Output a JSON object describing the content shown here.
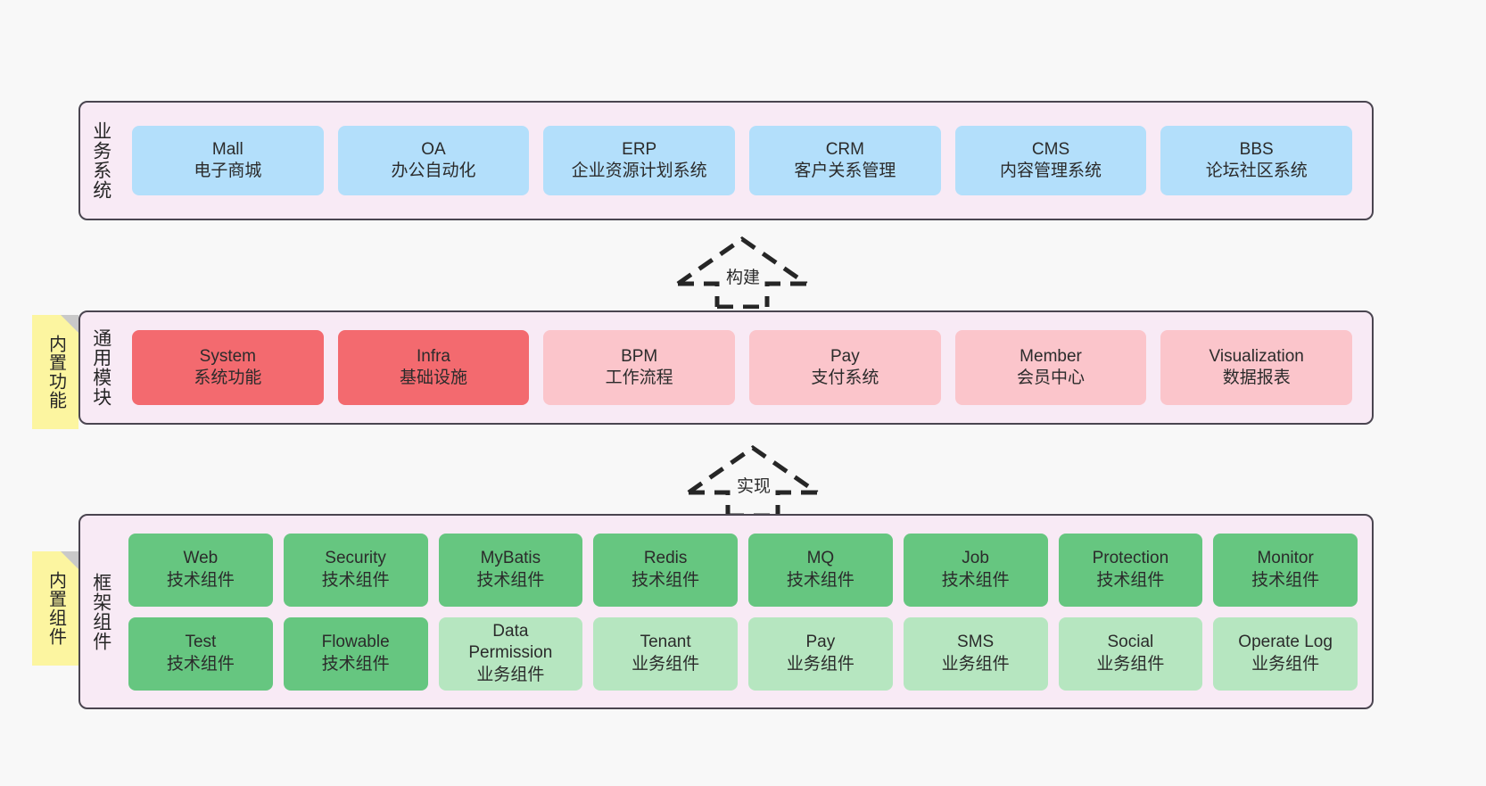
{
  "diagram": {
    "background_color": "#f8f8f8",
    "section_fill": "#f8eaf5",
    "section_border": "#4a4550"
  },
  "sections": [
    {
      "id": "business",
      "label": "业务系统",
      "card_color": "#b3dffb",
      "cards": [
        {
          "title": "Mall",
          "subtitle": "电子商城"
        },
        {
          "title": "OA",
          "subtitle": "办公自动化"
        },
        {
          "title": "ERP",
          "subtitle": "企业资源计划系统"
        },
        {
          "title": "CRM",
          "subtitle": "客户关系管理"
        },
        {
          "title": "CMS",
          "subtitle": "内容管理系统"
        },
        {
          "title": "BBS",
          "subtitle": "论坛社区系统"
        }
      ]
    },
    {
      "id": "module",
      "label": "通用模块",
      "card_color_strong": "#f36a6f",
      "card_color_light": "#fbc5cb",
      "cards": [
        {
          "title": "System",
          "subtitle": "系统功能",
          "color": "#f36a6f"
        },
        {
          "title": "Infra",
          "subtitle": "基础设施",
          "color": "#f36a6f"
        },
        {
          "title": "BPM",
          "subtitle": "工作流程",
          "color": "#fbc5cb"
        },
        {
          "title": "Pay",
          "subtitle": "支付系统",
          "color": "#fbc5cb"
        },
        {
          "title": "Member",
          "subtitle": "会员中心",
          "color": "#fbc5cb"
        },
        {
          "title": "Visualization",
          "subtitle": "数据报表",
          "color": "#fbc5cb"
        }
      ]
    },
    {
      "id": "framework",
      "label": "框架组件",
      "card_color_tech": "#66c680",
      "card_color_biz": "#b6e6c0",
      "columns": [
        {
          "top": {
            "title": "Web",
            "subtitle": "技术组件",
            "color": "#66c680"
          },
          "bottom": {
            "title": "Test",
            "subtitle": "技术组件",
            "color": "#66c680"
          }
        },
        {
          "top": {
            "title": "Security",
            "subtitle": "技术组件",
            "color": "#66c680"
          },
          "bottom": {
            "title": "Flowable",
            "subtitle": "技术组件",
            "color": "#66c680"
          }
        },
        {
          "top": {
            "title": "MyBatis",
            "subtitle": "技术组件",
            "color": "#66c680"
          },
          "bottom": {
            "title": "Data\nPermission",
            "subtitle": "业务组件",
            "color": "#b6e6c0"
          }
        },
        {
          "top": {
            "title": "Redis",
            "subtitle": "技术组件",
            "color": "#66c680"
          },
          "bottom": {
            "title": "Tenant",
            "subtitle": "业务组件",
            "color": "#b6e6c0"
          }
        },
        {
          "top": {
            "title": "MQ",
            "subtitle": "技术组件",
            "color": "#66c680"
          },
          "bottom": {
            "title": "Pay",
            "subtitle": "业务组件",
            "color": "#b6e6c0"
          }
        },
        {
          "top": {
            "title": "Job",
            "subtitle": "技术组件",
            "color": "#66c680"
          },
          "bottom": {
            "title": "SMS",
            "subtitle": "业务组件",
            "color": "#b6e6c0"
          }
        },
        {
          "top": {
            "title": "Protection",
            "subtitle": "技术组件",
            "color": "#66c680"
          },
          "bottom": {
            "title": "Social",
            "subtitle": "业务组件",
            "color": "#b6e6c0"
          }
        },
        {
          "top": {
            "title": "Monitor",
            "subtitle": "技术组件",
            "color": "#66c680"
          },
          "bottom": {
            "title": "Operate Log",
            "subtitle": "业务组件",
            "color": "#b6e6c0"
          }
        }
      ]
    }
  ],
  "sticky_notes": [
    {
      "id": "builtin-function",
      "text": "内置功能",
      "color": "#fcf5a0"
    },
    {
      "id": "builtin-component",
      "text": "内置组件",
      "color": "#fcf5a0"
    }
  ],
  "arrows": [
    {
      "id": "build",
      "label": "构建",
      "style": "dashed-hollow-generalization",
      "direction": "up"
    },
    {
      "id": "implement",
      "label": "实现",
      "style": "dashed-hollow-generalization",
      "direction": "up"
    }
  ]
}
